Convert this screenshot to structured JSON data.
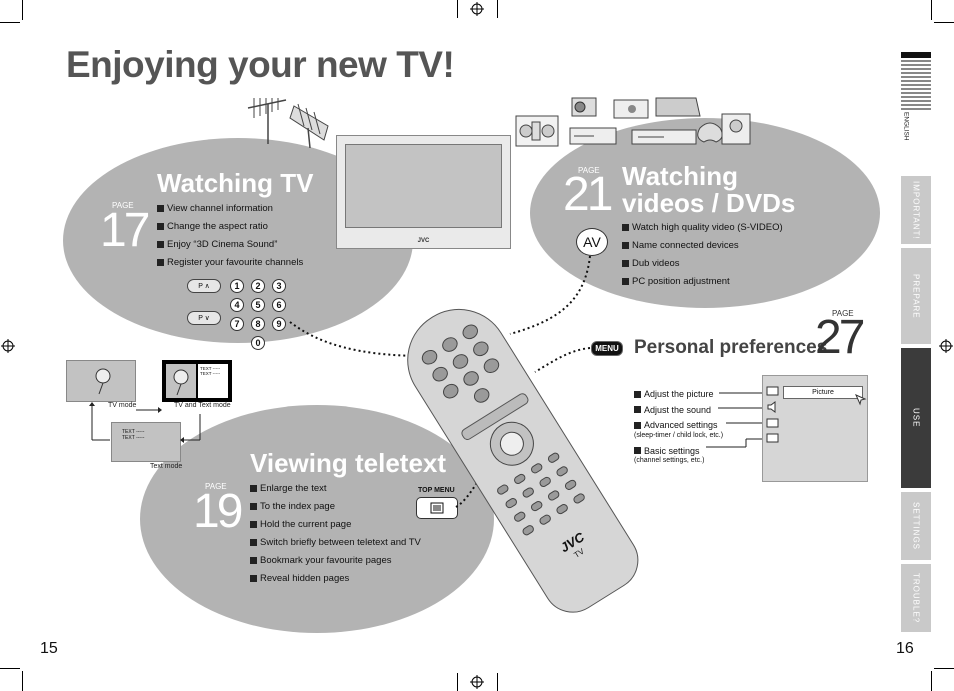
{
  "page_title": "Enjoying your new TV!",
  "watching_tv": {
    "title": "Watching TV",
    "page_word": "PAGE",
    "page": "17",
    "items": [
      "View channel information",
      "Change the aspect ratio",
      "Enjoy “3D Cinema Sound”",
      "Register your favourite channels"
    ]
  },
  "videos": {
    "title_line1": "Watching",
    "title_line2": "videos / DVDs",
    "page_word": "PAGE",
    "page": "21",
    "av_label": "AV",
    "items": [
      "Watch high quality video (S-VIDEO)",
      "Name connected devices",
      "Dub videos",
      "PC position adjustment"
    ]
  },
  "personal": {
    "title": "Personal preferences",
    "page_word": "PAGE",
    "page": "27",
    "menu_label": "MENU",
    "items": [
      "Adjust the picture",
      "Adjust the sound",
      "Advanced settings",
      "Basic settings"
    ],
    "advanced_note": "(sleep-timer / child lock, etc.)",
    "basic_note": "(channel settings, etc.)",
    "screen_label": "Picture"
  },
  "teletext": {
    "title": "Viewing teletext",
    "page_word": "PAGE",
    "page": "19",
    "top_menu_label": "TOP MENU",
    "items": [
      "Enlarge the text",
      "To the index page",
      "Hold the current page",
      "Switch briefly between teletext and TV",
      "Bookmark your favourite pages",
      "Reveal hidden pages"
    ],
    "mode_tv": "TV mode",
    "mode_tv_text": "TV and Text mode",
    "mode_text": "Text mode",
    "text_lines": "TEXT -----"
  },
  "remote": {
    "brand": "JVC",
    "sub": "TV",
    "p_up": "P ∧",
    "p_down": "P ∨",
    "digits": [
      "1",
      "2",
      "3",
      "4",
      "5",
      "6",
      "7",
      "8",
      "9",
      "0"
    ]
  },
  "tv_brand": "JVC",
  "side_tabs": [
    "ENGLISH",
    "IMPORTANT!",
    "PREPARE",
    "USE",
    "SETTINGS",
    "TROUBLE?"
  ],
  "page_left": "15",
  "page_right": "16"
}
